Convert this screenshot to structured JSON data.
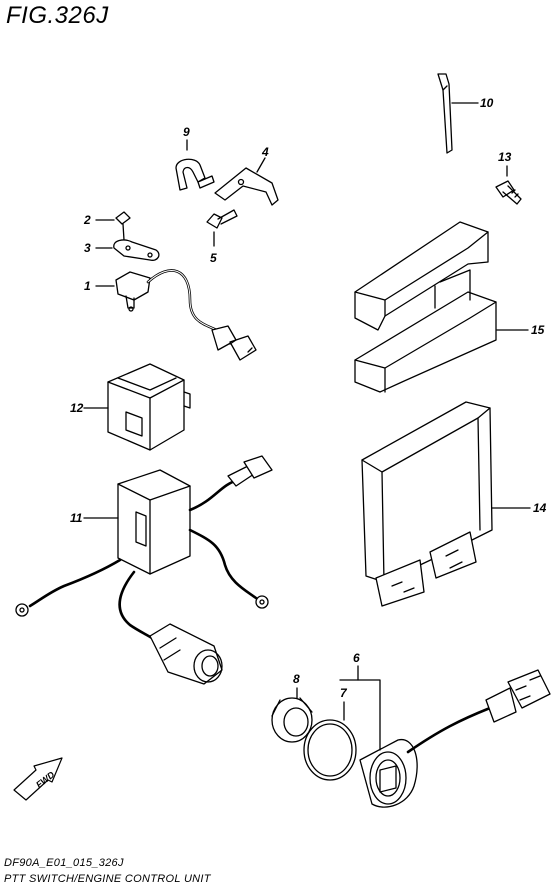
{
  "figure": {
    "title": "FIG.326J",
    "code": "DF90A_E01_015_326J",
    "caption": "PTT SWITCH/ENGINE CONTROL UNIT",
    "fwd_label": "FWD"
  },
  "callouts": [
    "1",
    "2",
    "3",
    "4",
    "5",
    "6",
    "7",
    "8",
    "9",
    "10",
    "11",
    "12",
    "13",
    "14",
    "15"
  ],
  "colors": {
    "line": "#000000",
    "background": "#ffffff"
  }
}
